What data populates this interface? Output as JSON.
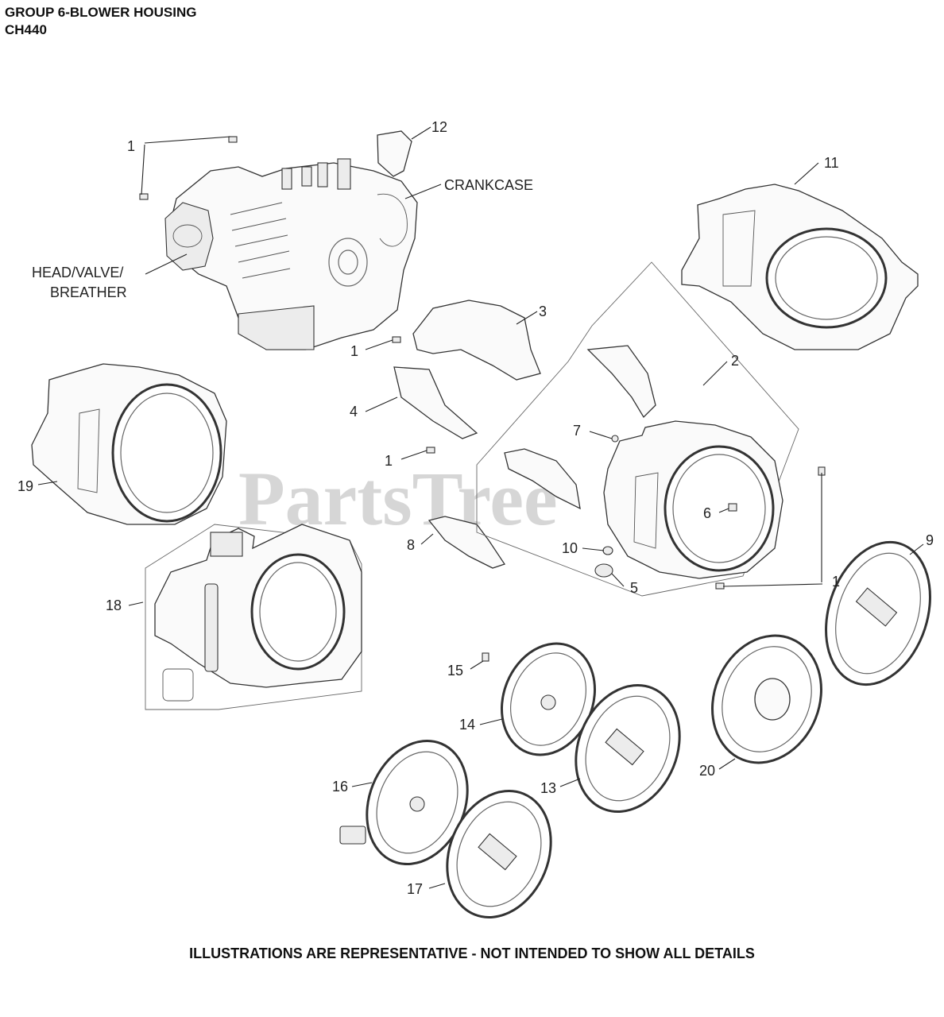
{
  "header": {
    "title": "GROUP 6-BLOWER HOUSING",
    "model": "CH440"
  },
  "footer": {
    "note": "ILLUSTRATIONS ARE REPRESENTATIVE - NOT INTENDED TO SHOW ALL DETAILS"
  },
  "watermark": "PartsTree",
  "labels": {
    "crankcase": "CRANKCASE",
    "head_line1": "HEAD/VALVE/",
    "head_line2": "BREATHER"
  },
  "callouts": {
    "c1a": "1",
    "c1b": "1",
    "c1c": "1",
    "c1d": "1",
    "c2": "2",
    "c3": "3",
    "c4": "4",
    "c5": "5",
    "c6": "6",
    "c7": "7",
    "c8": "8",
    "c9": "9",
    "c10": "10",
    "c11": "11",
    "c12": "12",
    "c13": "13",
    "c14": "14",
    "c15": "15",
    "c16": "16",
    "c17": "17",
    "c18": "18",
    "c19": "19",
    "c20": "20"
  },
  "icons": {
    "engine": "engine-block-icon",
    "housing": "blower-housing-icon",
    "screen": "grass-screen-icon"
  },
  "colors": {
    "line": "#333333",
    "watermark": "#d6d6d6"
  }
}
